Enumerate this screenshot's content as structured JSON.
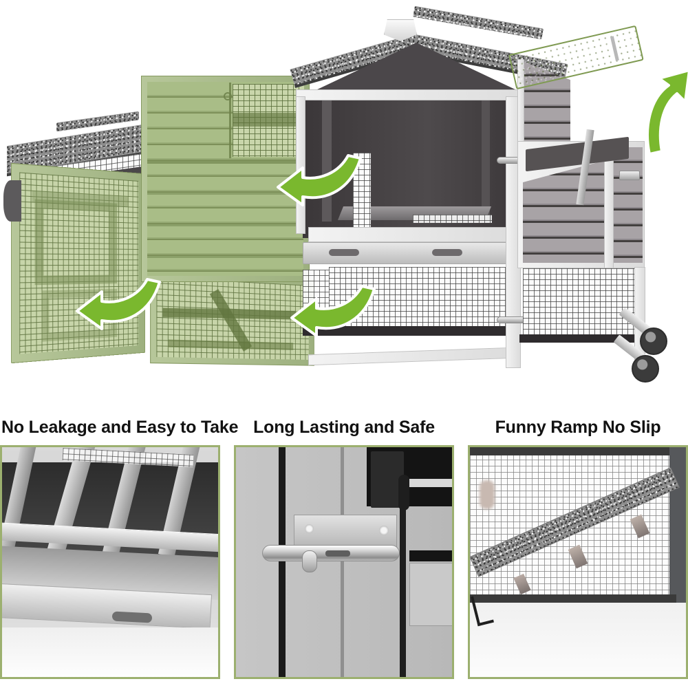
{
  "product": {
    "name": "two-story wooden rabbit hutch chicken coop",
    "palette": {
      "sage_green": "#a9bd87",
      "arrow_green": "#7ab82e",
      "body_grey": "#a8a3a6",
      "frame_white": "#eeeeee",
      "roof_grey": "#8d8d8d",
      "border_olive": "#9cb06f",
      "caption_black": "#121212"
    }
  },
  "hero": {
    "name": "hutch-exploded-view",
    "parts": [
      {
        "name": "main-roof-peak",
        "label": "asphalt shingle gable roof"
      },
      {
        "name": "side-roof",
        "label": "asphalt shingle side roof"
      },
      {
        "name": "upper-house-body",
        "label": "grey slatted upper house"
      },
      {
        "name": "nesting-box",
        "label": "nesting box with lift-up roof"
      },
      {
        "name": "wire-run",
        "label": "galvanized wire mesh run"
      },
      {
        "name": "pull-out-tray",
        "label": "pull-out cleaning tray"
      },
      {
        "name": "ramp",
        "label": "anti-slip ramp"
      },
      {
        "name": "casters",
        "label": "lockable swivel wheels"
      }
    ],
    "removable_panels": [
      {
        "name": "green-upper-door-panel",
        "label": "upper access door"
      },
      {
        "name": "green-mesh-side-door",
        "label": "side wire door"
      },
      {
        "name": "green-mesh-lower-door",
        "label": "lower run door"
      },
      {
        "name": "green-nesting-box-lid",
        "label": "nesting box lid"
      }
    ],
    "arrows": [
      {
        "name": "arrow-upper-door",
        "direction": "left"
      },
      {
        "name": "arrow-side-door",
        "direction": "left"
      },
      {
        "name": "arrow-lower-door",
        "direction": "left"
      },
      {
        "name": "arrow-nest-lid",
        "direction": "up-right"
      }
    ]
  },
  "features": [
    {
      "id": "no-leakage",
      "title": "No Leakage and Easy to Take",
      "image_name": "pull-out-tray-photo",
      "image_alt": "metal pull-out tray with recessed handle slot"
    },
    {
      "id": "long-lasting",
      "title": "Long Lasting and Safe",
      "image_name": "slide-bolt-latch-photo",
      "image_alt": "galvanized slide bolt latch screwed to grey door"
    },
    {
      "id": "funny-ramp",
      "title": "Funny Ramp No Slip",
      "image_name": "ramp-photo",
      "image_alt": "textured ramp with anti-slip cleats against wire mesh"
    }
  ]
}
